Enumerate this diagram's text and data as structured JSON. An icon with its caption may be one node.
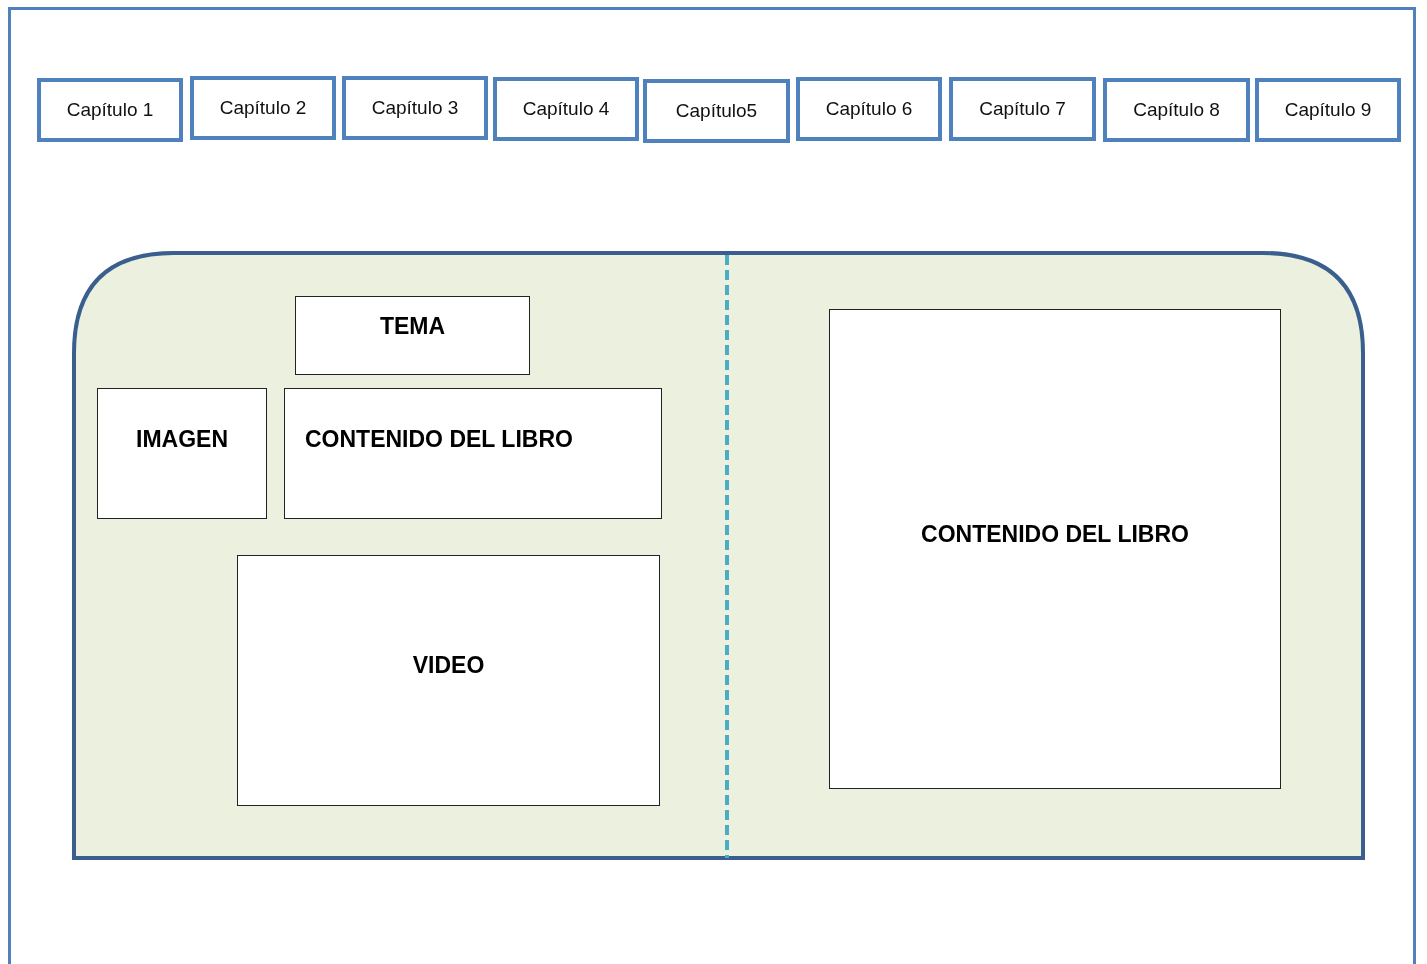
{
  "diagram": {
    "nodes": [
      {
        "text": [
          "Capítulo 1"
        ]
      },
      {
        "text": [
          "Capítulo 2"
        ]
      },
      {
        "text": [
          "Capítulo 3"
        ]
      },
      {
        "text": [
          "Capítulo 4"
        ]
      },
      {
        "text": [
          "Capítulo5"
        ]
      },
      {
        "text": [
          "Capítulo 6"
        ]
      },
      {
        "text": [
          "Capítulo 7"
        ]
      },
      {
        "text": [
          "Capítulo 8"
        ]
      },
      {
        "text": [
          "Capítulo 9"
        ]
      },
      {
        "text": [],
        "shape": "box"
      },
      {
        "text": [
          "TEMA"
        ],
        "in": 9
      },
      {
        "text": [
          "IMAGEN"
        ],
        "in": 9
      },
      {
        "text": [
          "CONTENIDO DEL LIBRO"
        ],
        "in": 9
      },
      {
        "text": [
          "VIDEO"
        ],
        "in": 9
      },
      {
        "text": [
          "CONTENIDO DEL LIBRO"
        ],
        "in": 9
      }
    ]
  }
}
